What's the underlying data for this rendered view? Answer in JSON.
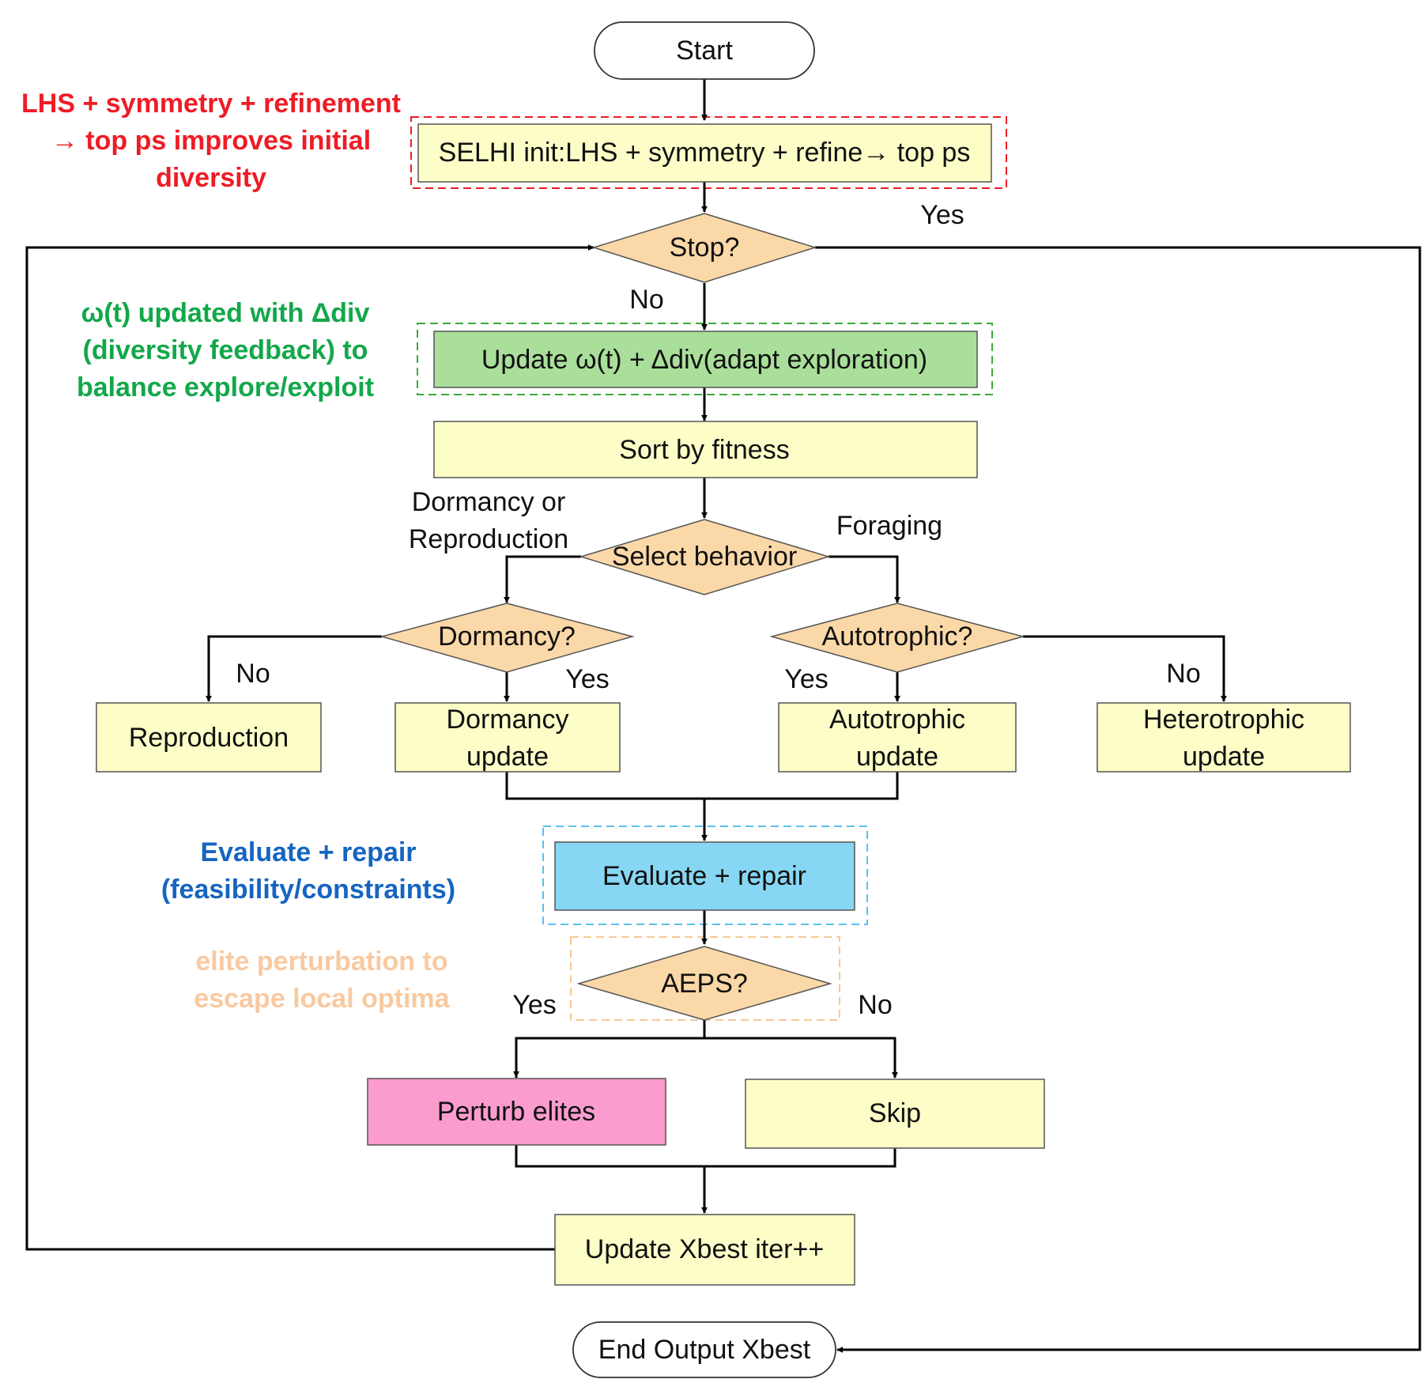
{
  "colors": {
    "process_fill": "#fdfdc8",
    "decision_fill": "#fbd8a8",
    "adapt_fill": "#a9df9a",
    "evaluate_fill": "#87d7f4",
    "perturb_fill": "#fb9ccf",
    "annotation_red": "#ee1c25",
    "annotation_green": "#12a84a",
    "annotation_blue": "#1565c0",
    "annotation_peach": "#f9c9a0"
  },
  "nodes": {
    "start": "Start",
    "init": "SELHI init:LHS + symmetry + refine→ top ps",
    "stop": "Stop?",
    "adapt": "Update ω(t) + Δdiv(adapt exploration)",
    "sort": "Sort by fitness",
    "select": "Select behavior",
    "dormancy_q": "Dormancy?",
    "autotrophic_q": "Autotrophic?",
    "reproduction": "Reproduction",
    "dormancy_update": [
      "Dormancy",
      "update"
    ],
    "autotrophic_update": [
      "Autotrophic",
      "update"
    ],
    "heterotrophic_update": [
      "Heterotrophic",
      "update"
    ],
    "evaluate": "Evaluate + repair",
    "aeps": "AEPS?",
    "perturb": "Perturb elites",
    "skip": "Skip",
    "update_best": "Update Xbest iter++",
    "end": "End Output Xbest"
  },
  "edge_labels": {
    "stop_yes": "Yes",
    "stop_no": "No",
    "dormancy_or_reproduction": [
      "Dormancy or",
      "Reproduction"
    ],
    "foraging": "Foraging",
    "dormancy_no": "No",
    "dormancy_yes": "Yes",
    "autotrophic_yes": "Yes",
    "autotrophic_no": "No",
    "aeps_yes": "Yes",
    "aeps_no": "No"
  },
  "annotations": {
    "init": [
      "LHS + symmetry + refinement",
      "→ top ps improves initial",
      "diversity"
    ],
    "adapt": [
      "ω(t) updated with Δdiv",
      "(diversity feedback) to",
      "balance explore/exploit"
    ],
    "evaluate": [
      "Evaluate + repair",
      "(feasibility/constraints)"
    ],
    "aeps": [
      "elite perturbation to",
      "escape local optima"
    ]
  }
}
